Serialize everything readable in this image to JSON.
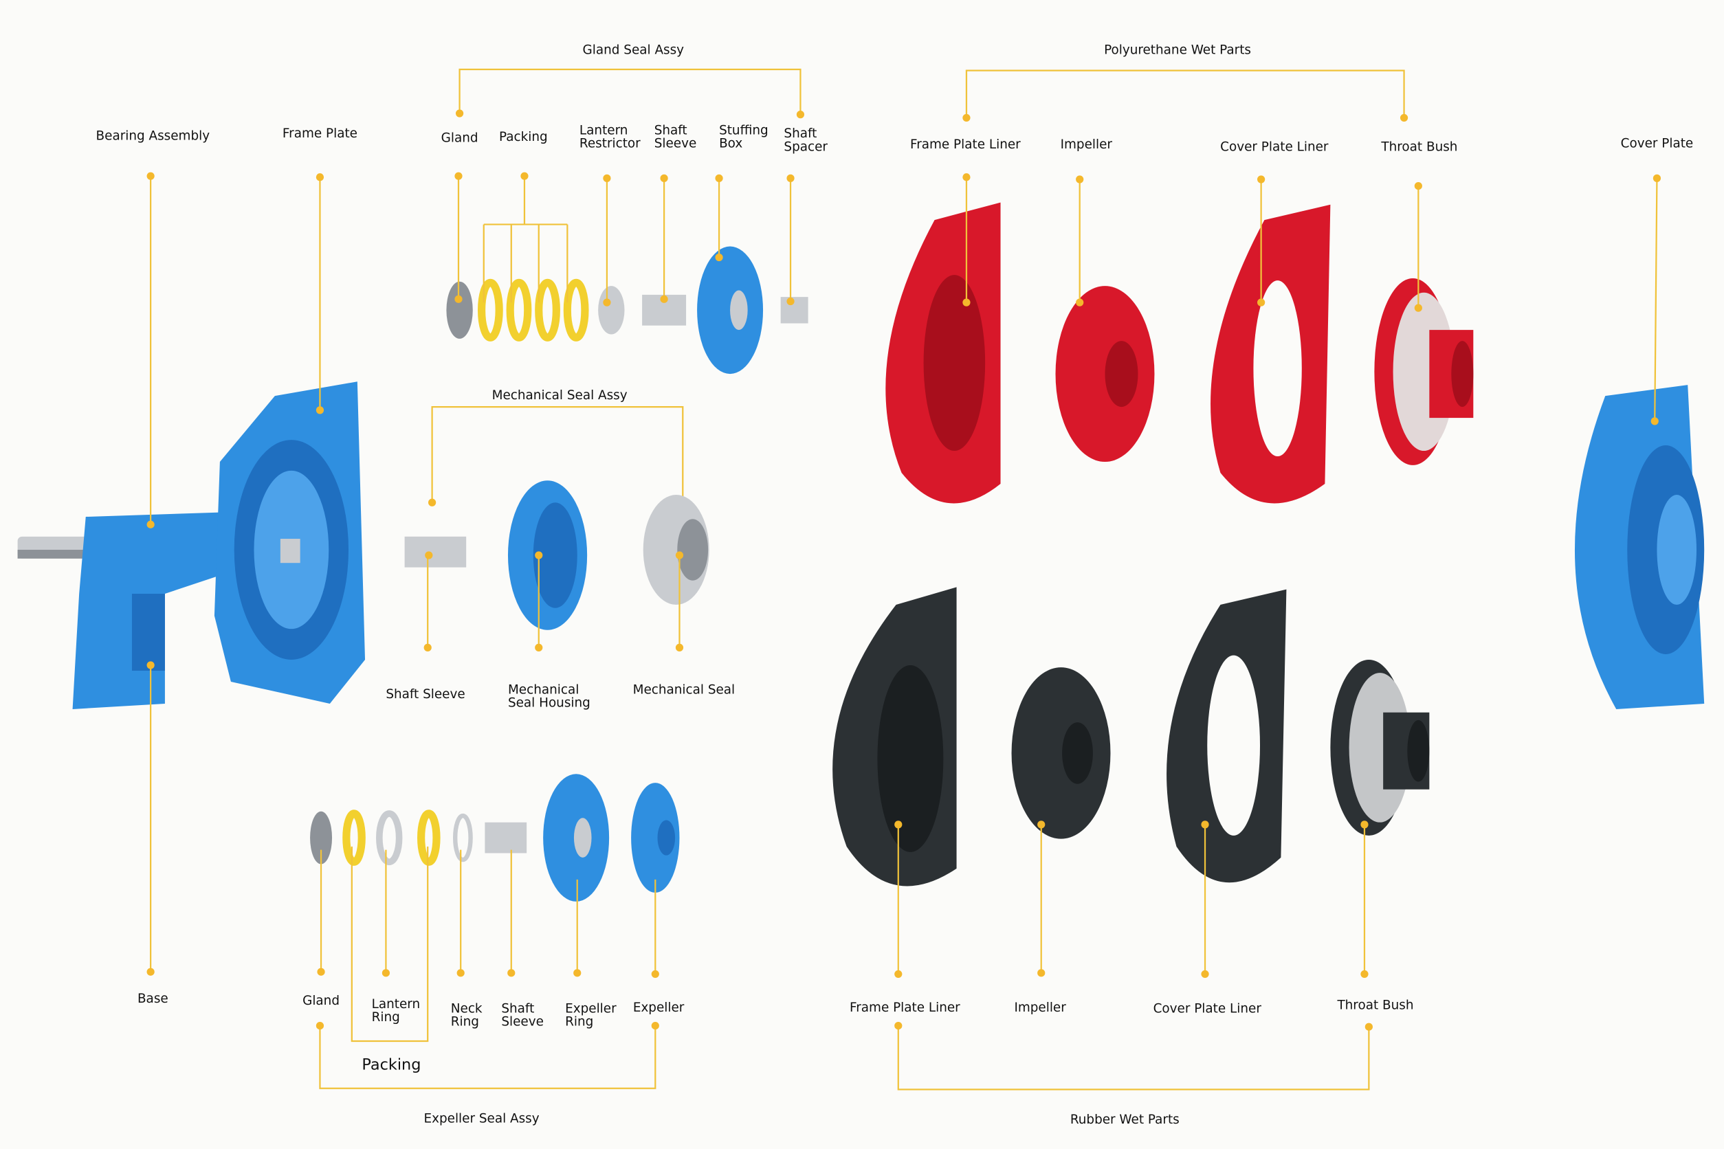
{
  "groups": {
    "gland_seal_assy": "Gland Seal Assy",
    "polyurethane_wet_parts": "Polyurethane Wet Parts",
    "mechanical_seal_assy": "Mechanical Seal Assy",
    "expeller_seal_assy": "Expeller Seal Assy",
    "rubber_wet_parts": "Rubber Wet Parts"
  },
  "labels": {
    "bearing_assembly": "Bearing Assembly",
    "frame_plate": "Frame Plate",
    "base": "Base",
    "cover_plate": "Cover Plate",
    "gland_top": "Gland",
    "packing_top": "Packing",
    "lantern_restrictor": [
      "Lantern",
      "Restrictor"
    ],
    "shaft_sleeve_top": [
      "Shaft",
      "Sleeve"
    ],
    "stuffing_box": [
      "Stuffing",
      "Box"
    ],
    "shaft_spacer": [
      "Shaft",
      "Spacer"
    ],
    "pu_frame_plate_liner": "Frame Plate Liner",
    "pu_impeller": "Impeller",
    "pu_cover_plate_liner": "Cover Plate Liner",
    "pu_throat_bush": "Throat Bush",
    "mech_shaft_sleeve": "Shaft Sleeve",
    "mech_seal_housing": [
      "Mechanical",
      "Seal Housing"
    ],
    "mech_seal": "Mechanical Seal",
    "exp_gland": "Gland",
    "exp_lantern_ring": [
      "Lantern",
      "Ring"
    ],
    "exp_packing": "Packing",
    "exp_neck_ring": [
      "Neck",
      "Ring"
    ],
    "exp_shaft_sleeve": [
      "Shaft",
      "Sleeve"
    ],
    "exp_expeller_ring": [
      "Expeller",
      "Ring"
    ],
    "exp_expeller": "Expeller",
    "rb_frame_plate_liner": "Frame Plate Liner",
    "rb_impeller": "Impeller",
    "rb_cover_plate_liner": "Cover Plate Liner",
    "rb_throat_bush": "Throat Bush"
  },
  "colors": {
    "leader_line": "#f0c23a",
    "polyurethane": "#d8182a",
    "rubber": "#2c3134",
    "cast_iron_blue": "#2f8fe0",
    "packing_yellow": "#f2d02e"
  }
}
